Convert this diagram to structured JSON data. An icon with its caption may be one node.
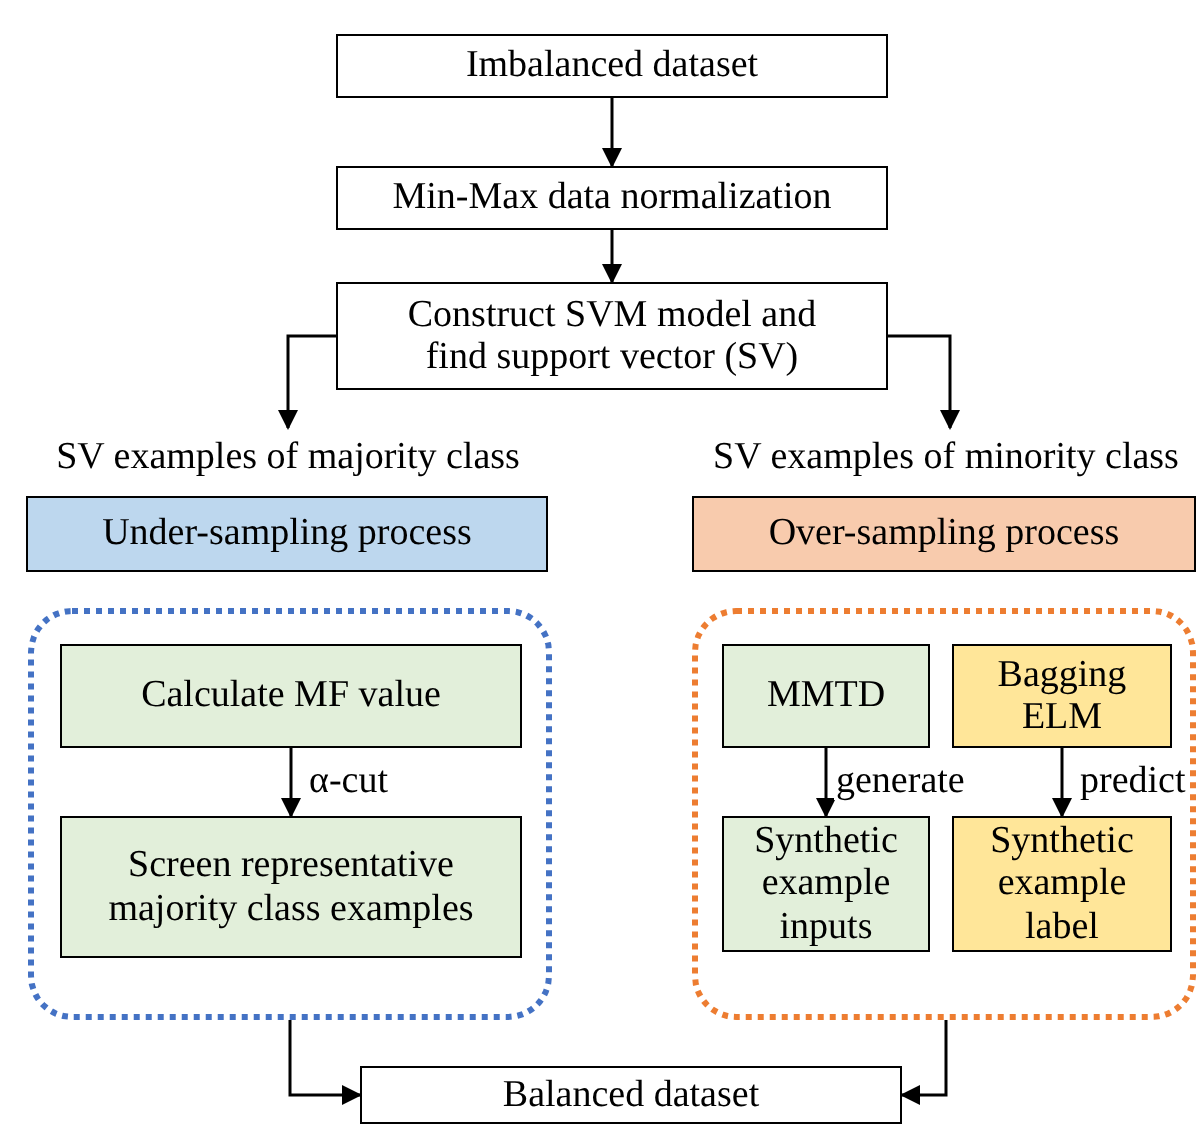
{
  "diagram": {
    "nodes": [
      {
        "text": [
          "Imbalanced dataset"
        ]
      },
      {
        "text": [
          "Min-Max data normalization"
        ]
      },
      {
        "text": [
          "Construct SVM model and find support vector (SV)"
        ]
      },
      {
        "text": [
          "SV examples of majority class"
        ]
      },
      {
        "text": [
          "Under-sampling process"
        ]
      },
      {
        "text": [
          "SV examples of minority class"
        ]
      },
      {
        "text": [
          "Over-sampling process"
        ]
      },
      {
        "text": [],
        "shape": "box"
      },
      {
        "text": [
          "Calculate MF value"
        ],
        "in": 7
      },
      {
        "text": [
          "Screen representative majority class examples"
        ],
        "in": 7
      },
      {
        "text": [],
        "shape": "box"
      },
      {
        "text": [
          "MMTD"
        ],
        "in": 10
      },
      {
        "text": [
          "Bagging ELM"
        ],
        "in": 10
      },
      {
        "text": [
          "Synthetic example inputs"
        ],
        "in": 10
      },
      {
        "text": [
          "Synthetic example label"
        ],
        "in": 10
      },
      {
        "text": [
          "Balanced dataset"
        ]
      }
    ],
    "edges": [
      {
        "from": 0,
        "to": 1,
        "arrow": "to"
      },
      {
        "from": 1,
        "to": 2,
        "arrow": "to"
      },
      {
        "from": 2,
        "to": 3,
        "arrow": "to"
      },
      {
        "from": 2,
        "to": 5,
        "arrow": "to"
      },
      {
        "from": 8,
        "to": 9,
        "label": "α-cut",
        "arrow": "to"
      },
      {
        "from": 11,
        "to": 13,
        "label": "generate",
        "arrow": "to"
      },
      {
        "from": 12,
        "to": 14,
        "label": "predict",
        "arrow": "to"
      },
      {
        "from": 7,
        "to": 15,
        "arrow": "to"
      },
      {
        "from": 10,
        "to": 15,
        "arrow": "to"
      }
    ]
  }
}
